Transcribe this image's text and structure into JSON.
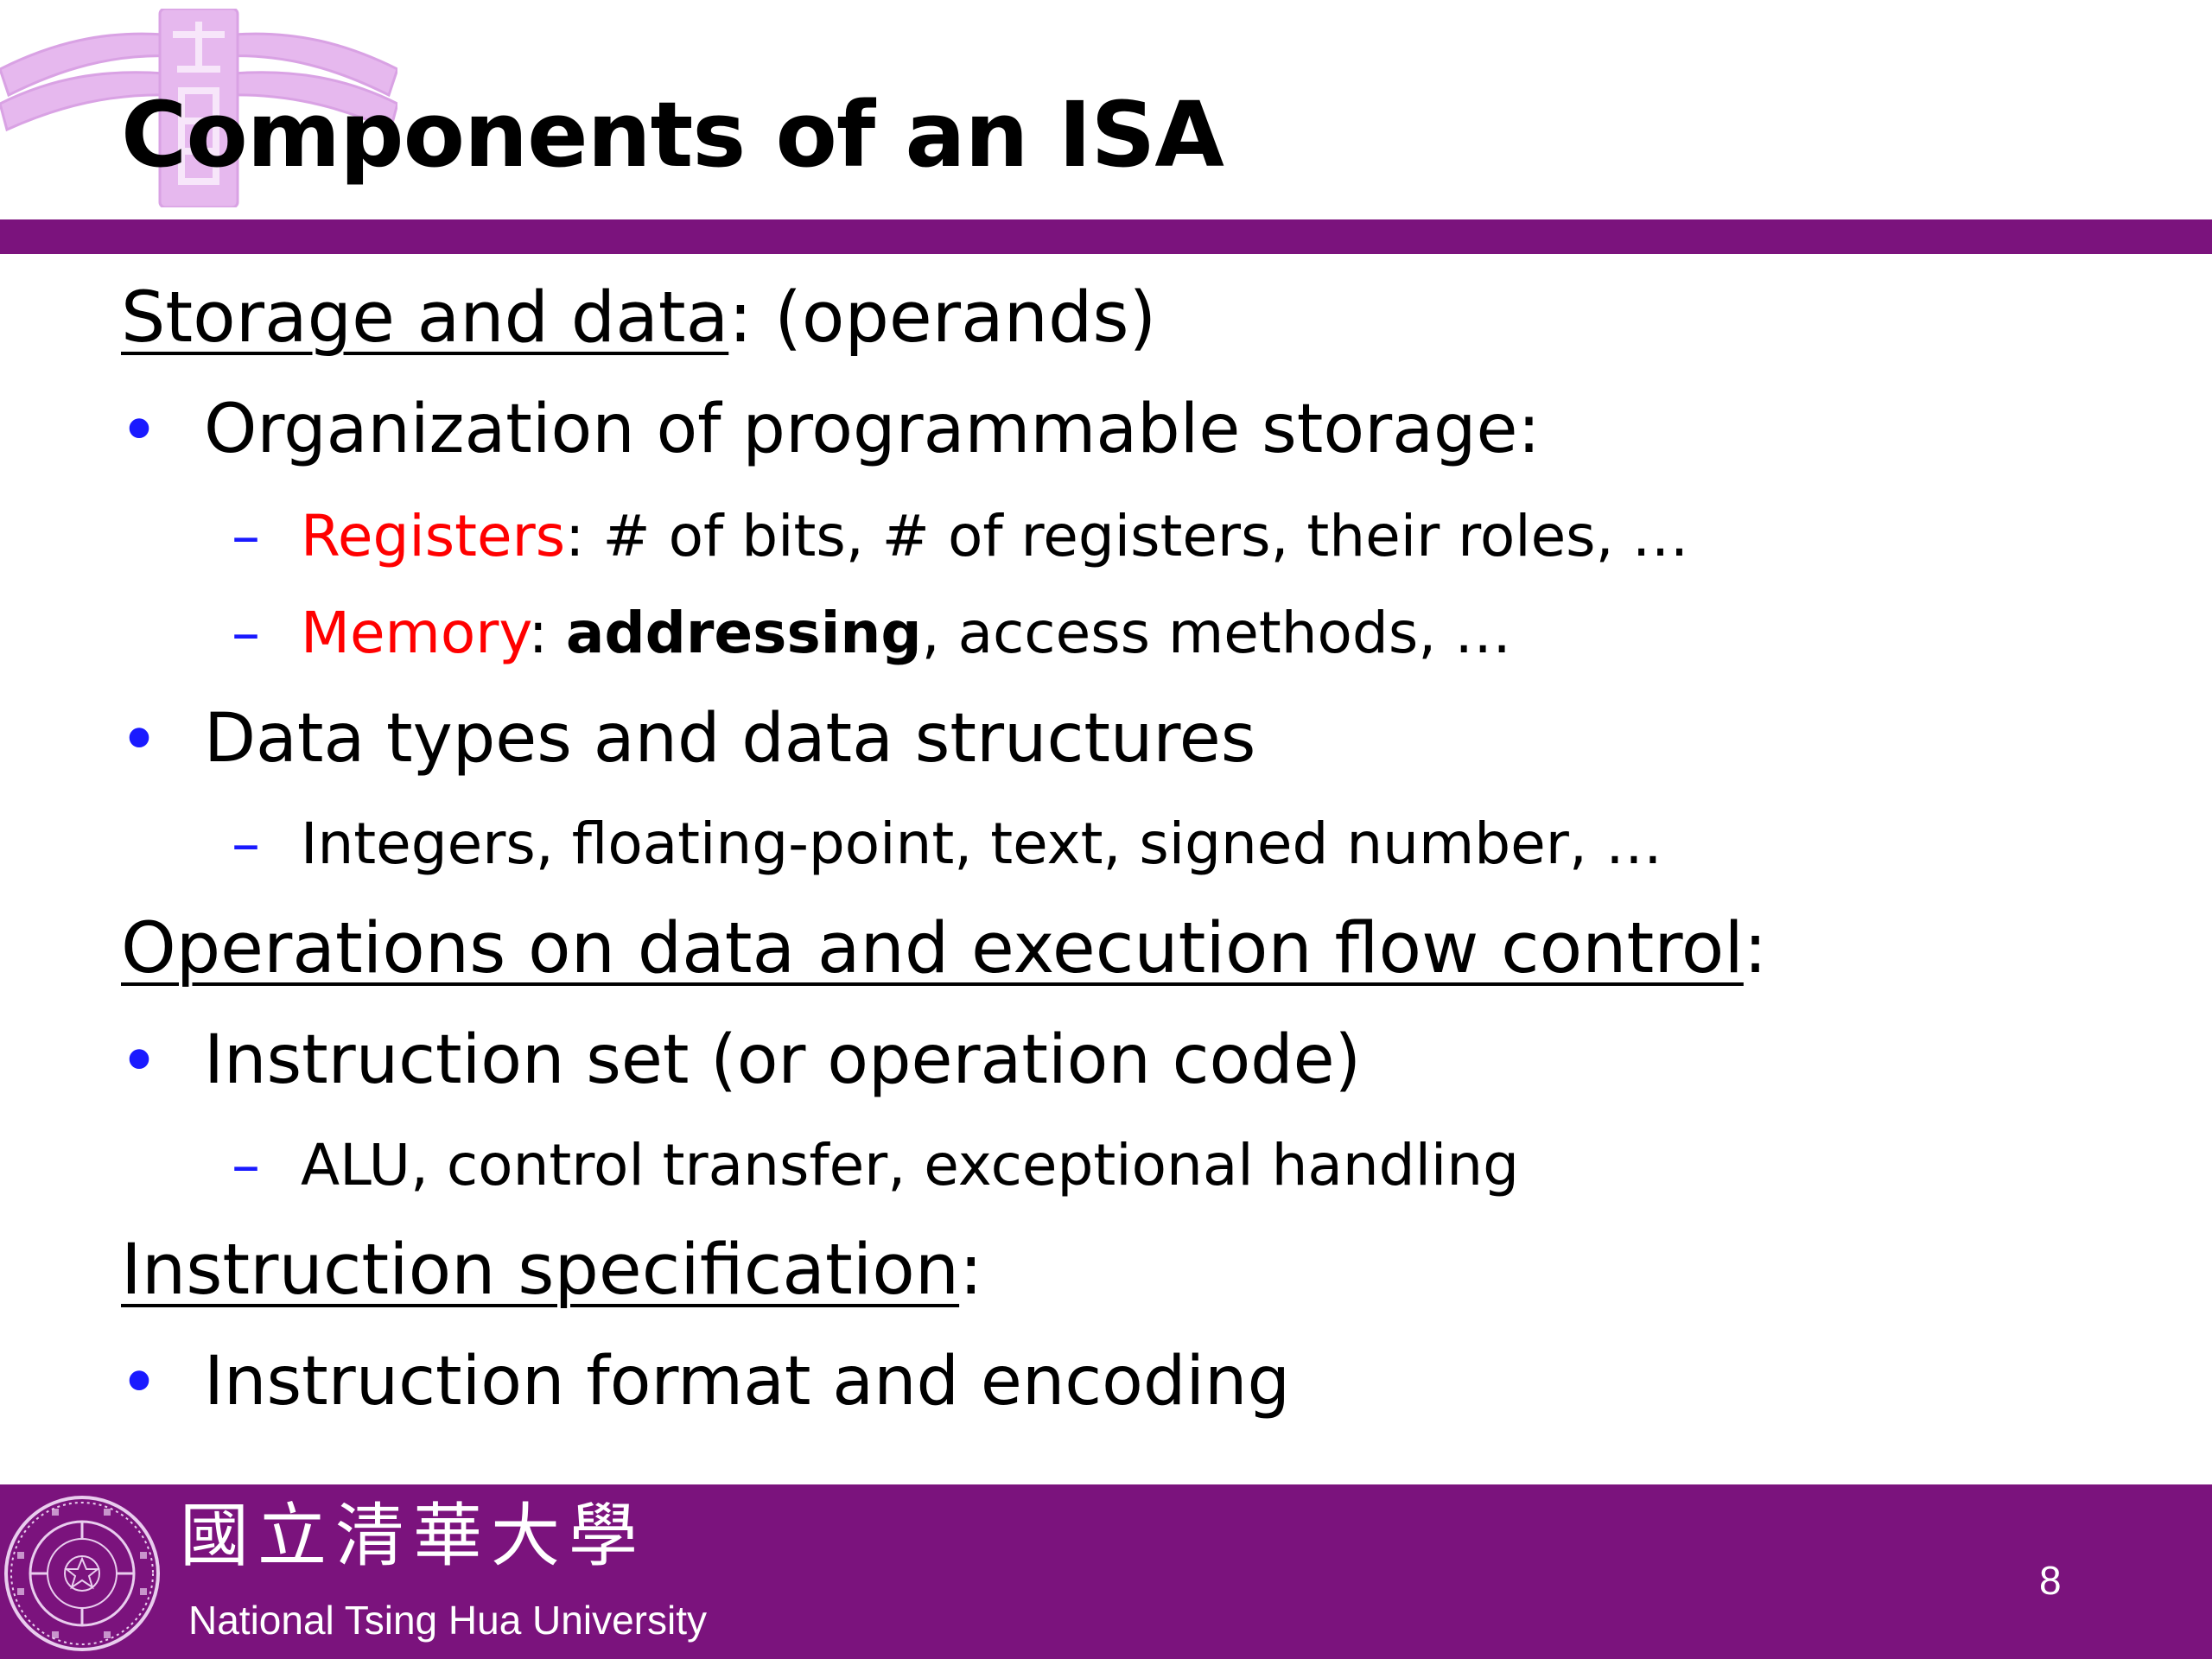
{
  "title": "Components of an ISA",
  "sections": [
    {
      "heading": "Storage and data",
      "heading_suffix": ": (operands)",
      "bullets": [
        {
          "text": "Organization of programmable storage:",
          "subitems": [
            {
              "highlight": "Registers",
              "rest": ": # of bits, # of registers, their roles, …"
            },
            {
              "highlight": "Memory",
              "sep": ": ",
              "bold": "addressing",
              "rest": ", access methods, …"
            }
          ]
        },
        {
          "text": "Data types and data structures",
          "subitems": [
            {
              "text": "Integers, floating-point, text, signed number, …"
            }
          ]
        }
      ]
    },
    {
      "heading": "Operations on data and execution flow control",
      "heading_suffix": ":",
      "bullets": [
        {
          "text": "Instruction set (or operation code)",
          "subitems": [
            {
              "text": "ALU, control transfer, exceptional handling"
            }
          ]
        }
      ]
    },
    {
      "heading": "Instruction specification",
      "heading_suffix": ":",
      "bullets": [
        {
          "text": "Instruction format and encoding"
        }
      ]
    }
  ],
  "bullet_glyph": "•",
  "dash_glyph": "–",
  "footer": {
    "university_cn": "國立清華大學",
    "university_en": "National Tsing Hua University",
    "page_number": "8"
  },
  "colors": {
    "theme_purple": "#7b137d",
    "highlight_red": "#ff0000",
    "bullet_blue": "#1a1aff",
    "emblem_pink": "#e6b8ee"
  },
  "icons": {
    "top_decoration": "university-emblem-icon",
    "footer_logo": "university-seal-icon"
  }
}
